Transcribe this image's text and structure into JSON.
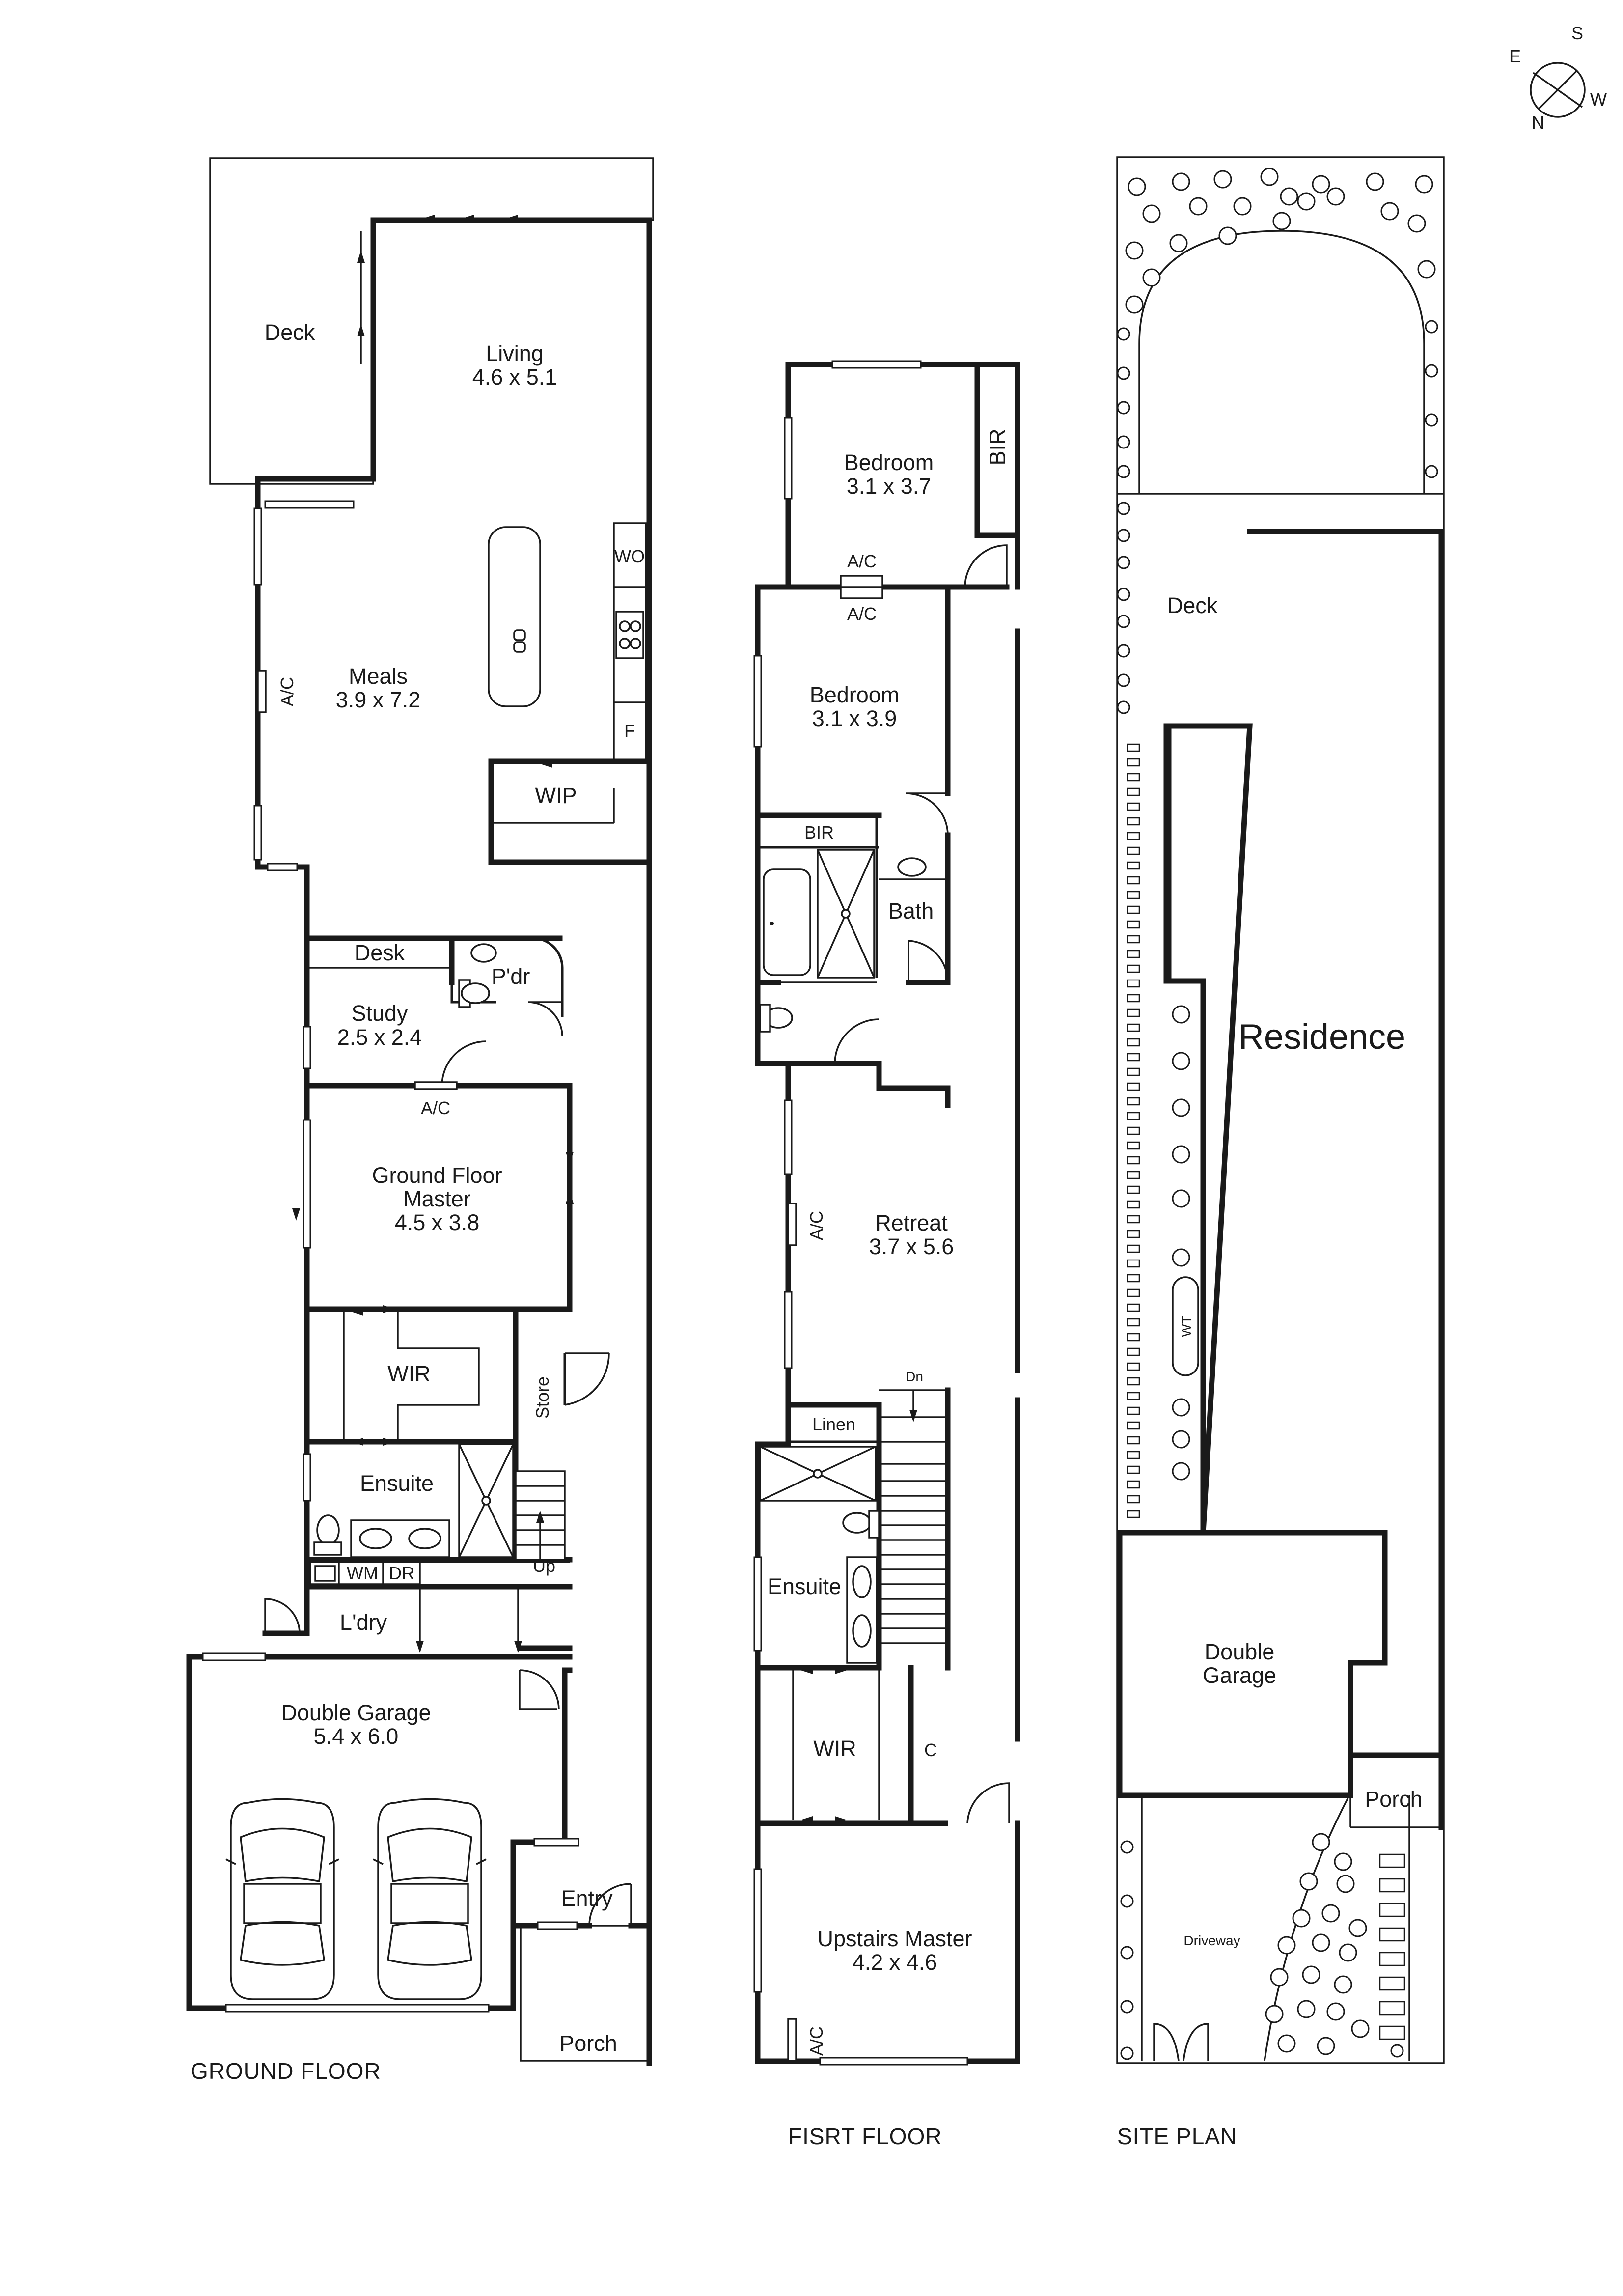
{
  "compass": {
    "e": "E",
    "s": "S",
    "w": "W",
    "n": "N"
  },
  "ground_floor": {
    "title": "GROUND FLOOR",
    "deck": {
      "label": "Deck"
    },
    "living": {
      "label": "Living",
      "dims": "4.6 x 5.1"
    },
    "meals": {
      "label": "Meals",
      "dims": "3.9 x 7.2"
    },
    "wo": "WO",
    "fridge": "F",
    "wip": "WIP",
    "ac_meals": "A/C",
    "desk": "Desk",
    "pdr": "P'dr",
    "study": {
      "label": "Study",
      "dims": "2.5 x 2.4"
    },
    "ac_master": "A/C",
    "master": {
      "label_line1": "Ground Floor",
      "label_line2": "Master",
      "dims": "4.5 x 3.8"
    },
    "wir": "WIR",
    "store": "Store",
    "ensuite": "Ensuite",
    "up": "Up",
    "wm": "WM",
    "dr": "DR",
    "laundry": "L'dry",
    "garage": {
      "label": "Double Garage",
      "dims": "5.4 x 6.0"
    },
    "entry": "Entry",
    "porch": "Porch"
  },
  "first_floor": {
    "title": "FISRT FLOOR",
    "bedroom1": {
      "label": "Bedroom",
      "dims": "3.1 x 3.7"
    },
    "bir_top": "BIR",
    "ac_top": "A/C",
    "ac_mid": "A/C",
    "bedroom2": {
      "label": "Bedroom",
      "dims": "3.1 x 3.9"
    },
    "bir_mid": "BIR",
    "bath": "Bath",
    "retreat": {
      "label": "Retreat",
      "dims": "3.7 x 5.6"
    },
    "ac_retreat": "A/C",
    "dn": "Dn",
    "linen": "Linen",
    "ensuite": "Ensuite",
    "wir": "WIR",
    "cupboard": "C",
    "master": {
      "label": "Upstairs Master",
      "dims": "4.2 x 4.6"
    },
    "ac_master": "A/C"
  },
  "site_plan": {
    "title": "SITE PLAN",
    "deck": "Deck",
    "residence": "Residence",
    "wt": "WT",
    "garage_line1": "Double",
    "garage_line2": "Garage",
    "porch": "Porch",
    "driveway": "Driveway"
  }
}
